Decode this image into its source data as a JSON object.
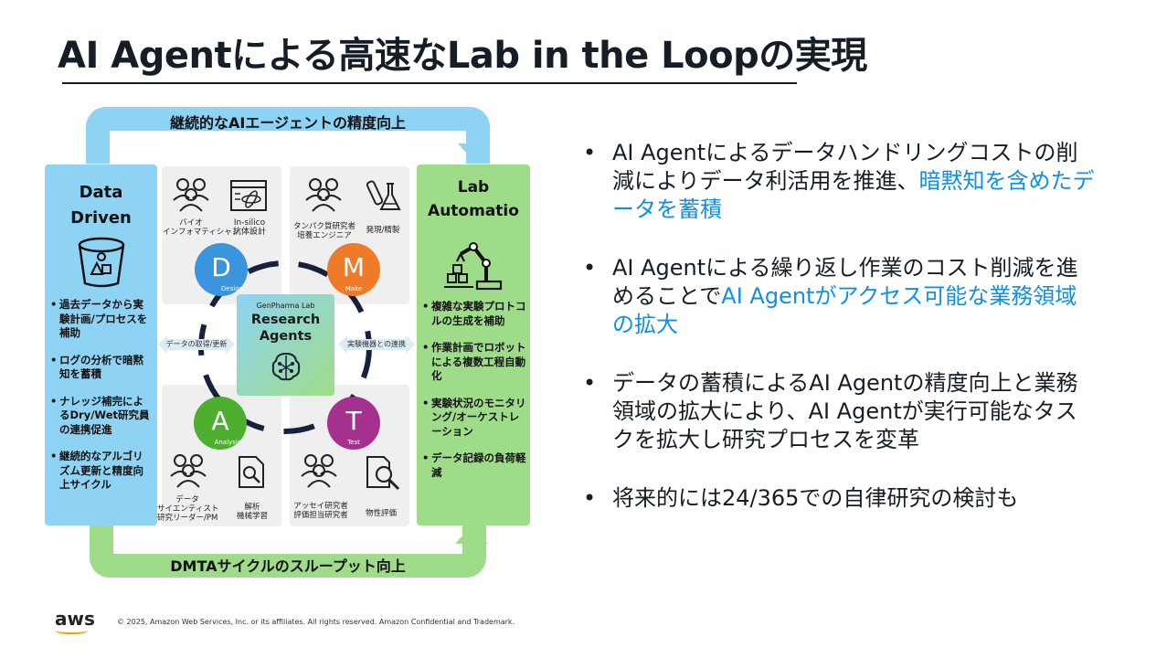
{
  "title": "AI Agentによる高速なLab in the Loopの実現",
  "diagram": {
    "top_arc_label": "継続的なAIエージェントの精度向上",
    "bottom_arc_label": "DMTAサイクルのスループット向上",
    "left_panel": {
      "title_line1": "Data",
      "title_line2": "Driven",
      "bullets": [
        "過去データから実験計画/プロセスを補助",
        "ログの分析で暗黙知を蓄積",
        "ナレッジ補完によるDry/Wet研究員の連携促進",
        "継続的なアルゴリズム更新と精度向上サイクル"
      ]
    },
    "right_panel": {
      "title_line1": "Lab",
      "title_line2": "Automatio",
      "bullets": [
        "複雑な実験プロトコルの生成を補助",
        "作業計画でロボットによる複数工程自動化",
        "実験状況のモニタリング/オーケストレーション",
        "データ記録の負荷軽減"
      ]
    },
    "quadrants": {
      "design": {
        "letter": "D",
        "sub": "Design",
        "color": "#3a95de",
        "label1_line1": "バイオ",
        "label1_line2": "インフォマティシャン",
        "label2_line1": "In-silico",
        "label2_line2": "抗体設計"
      },
      "make": {
        "letter": "M",
        "sub": "Make",
        "color": "#ef7a2a",
        "label1_line1": "タンパク質研究者",
        "label1_line2": "培養エンジニア",
        "label2_line1": "発現/精製"
      },
      "analysis": {
        "letter": "A",
        "sub": "Analysis",
        "color": "#4caf2e",
        "label1_line1": "データ",
        "label1_line2": "サイエンティスト",
        "label1_line3": "研究リーダー/PM",
        "label2_line1": "解析",
        "label2_line2": "機械学習"
      },
      "test": {
        "letter": "T",
        "sub": "Test",
        "color": "#a5318e",
        "label1_line1": "アッセイ研究者",
        "label1_line2": "評価担当研究者",
        "label2_line1": "物性評価"
      }
    },
    "center": {
      "line1": "GenPharma Lab",
      "line2": "Research",
      "line3": "Agents"
    },
    "left_arrow_label": "データの取得/更新",
    "right_arrow_label": "実験機器との連携"
  },
  "bullets": {
    "b1_text": "AI Agentによるデータハンドリングコストの削減によりデータ利活用を推進、",
    "b1_highlight": "暗黙知を含めたデータを蓄積",
    "b2_text": "AI Agentによる繰り返し作業のコスト削減を進めることで",
    "b2_highlight": "AI Agentがアクセス可能な業務領域の拡大",
    "b3_text": "データの蓄積によるAI Agentの精度向上と業務領域の拡大により、AI Agentが実行可能なタスクを拡大し研究プロセスを変革",
    "b4_text": "将来的には24/365での自律研究の検討も",
    "bullet_char": "•"
  },
  "footer": {
    "logo": "aws",
    "copyright": "© 2025, Amazon Web Services, Inc. or its affiliates. All rights reserved. Amazon Confidential and Trademark."
  },
  "colors": {
    "accent_blue": "#0f8fe6",
    "panel_blue": "#8fd3f4",
    "panel_green": "#9fdc8a"
  }
}
